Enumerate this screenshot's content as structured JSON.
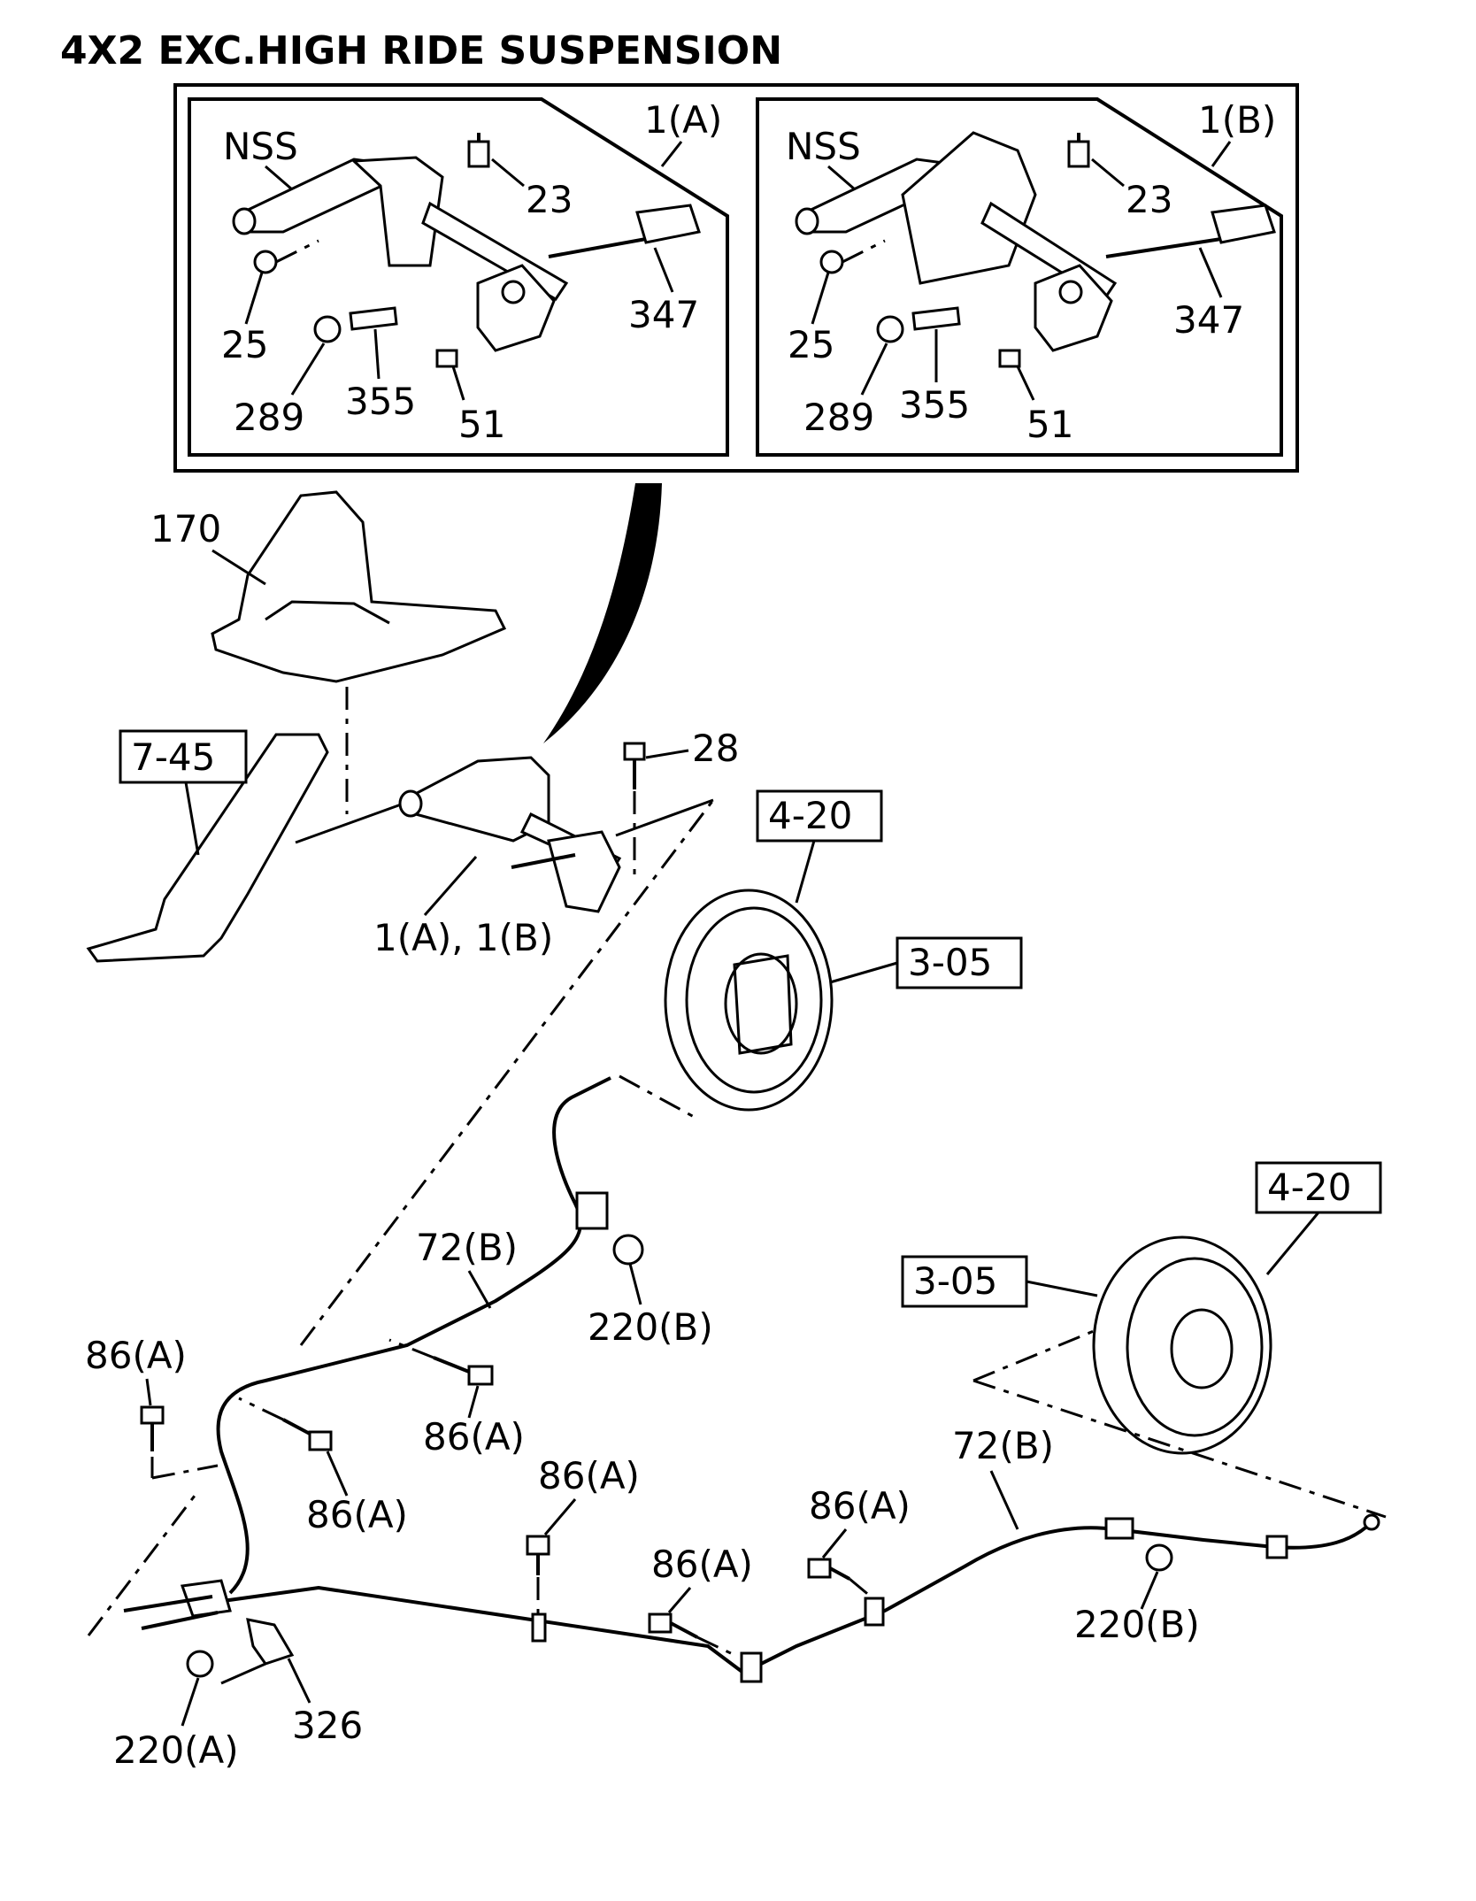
{
  "title": "4X2 EXC.HIGH RIDE SUSPENSION",
  "inset_a": {
    "assembly_label": "1(A)",
    "labels": {
      "nss": "NSS",
      "p23": "23",
      "p25": "25",
      "p347": "347",
      "p289": "289",
      "p355": "355",
      "p51": "51"
    }
  },
  "inset_b": {
    "assembly_label": "1(B)",
    "labels": {
      "nss": "NSS",
      "p23": "23",
      "p25": "25",
      "p347": "347",
      "p289": "289",
      "p355": "355",
      "p51": "51"
    }
  },
  "main": {
    "p170": "170",
    "ref_745": "7-45",
    "p28": "28",
    "lever_assy": "1(A), 1(B)",
    "ref_420_upper": "4-20",
    "ref_305_upper": "3-05",
    "ref_420_lower": "4-20",
    "ref_305_lower": "3-05",
    "p72b_upper": "72(B)",
    "p220b_upper": "220(B)",
    "p86a_1": "86(A)",
    "p86a_2": "86(A)",
    "p86a_3": "86(A)",
    "p86a_4": "86(A)",
    "p86a_5": "86(A)",
    "p86a_6": "86(A)",
    "p72b_lower": "72(B)",
    "p220b_lower": "220(B)",
    "p220a": "220(A)",
    "p326": "326"
  }
}
